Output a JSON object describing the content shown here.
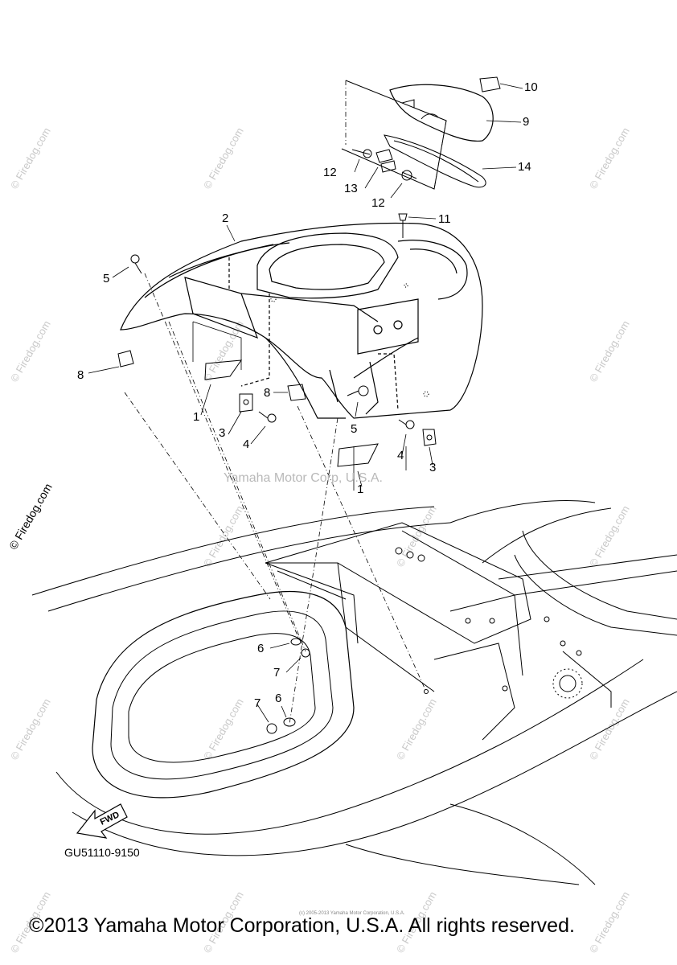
{
  "watermark": "© Firedog.com",
  "side_watermark": "© Firedog.com",
  "center_watermark": "Yamaha Motor Corp, U.S.A.",
  "fwd_label": "FWD",
  "part_code": "GU51110-9150",
  "tiny_footer": "(c) 2005-2013 Yamaha Motor Corporation, U.S.A.",
  "copyright": "©2013 Yamaha Motor Corporation, U.S.A. All rights reserved.",
  "callouts": [
    {
      "id": "10",
      "label": "10"
    },
    {
      "id": "9",
      "label": "9"
    },
    {
      "id": "14",
      "label": "14"
    },
    {
      "id": "12a",
      "label": "12"
    },
    {
      "id": "13",
      "label": "13"
    },
    {
      "id": "12b",
      "label": "12"
    },
    {
      "id": "11",
      "label": "11"
    },
    {
      "id": "2",
      "label": "2"
    },
    {
      "id": "5a",
      "label": "5"
    },
    {
      "id": "8a",
      "label": "8"
    },
    {
      "id": "1a",
      "label": "1"
    },
    {
      "id": "3a",
      "label": "3"
    },
    {
      "id": "4a",
      "label": "4"
    },
    {
      "id": "8b",
      "label": "8"
    },
    {
      "id": "5b",
      "label": "5"
    },
    {
      "id": "4b",
      "label": "4"
    },
    {
      "id": "3b",
      "label": "3"
    },
    {
      "id": "1b",
      "label": "1"
    },
    {
      "id": "6a",
      "label": "6"
    },
    {
      "id": "7a",
      "label": "7"
    },
    {
      "id": "7b",
      "label": "7"
    },
    {
      "id": "6b",
      "label": "6"
    }
  ]
}
